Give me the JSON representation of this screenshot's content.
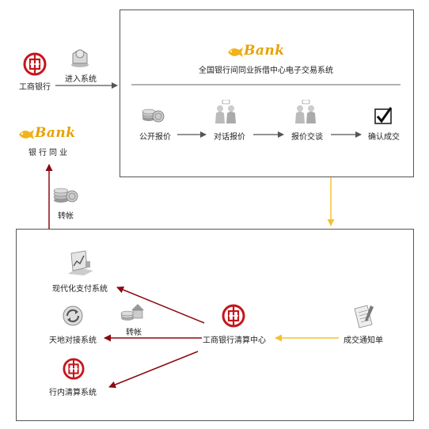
{
  "left_top": {
    "icbc_label": "工商银行",
    "enter_system_label": "进入系统",
    "bank_logo_text": "Bank",
    "interbank_label": "银行同业",
    "transfer_label": "转帐"
  },
  "trading_box": {
    "logo_text": "Bank",
    "title": "全国银行间同业拆借中心电子交易系统",
    "steps": [
      {
        "label": "公开报价"
      },
      {
        "label": "对话报价"
      },
      {
        "label": "报价交谈"
      },
      {
        "label": "确认成交"
      }
    ]
  },
  "clearing_box": {
    "modern_payment_label": "现代化支付系统",
    "tiandi_label": "天地对接系统",
    "inner_clearing_label": "行内清算系统",
    "transfer_label": "转帐",
    "center_label": "工商银行清算中心",
    "notice_label": "成交通知单"
  },
  "colors": {
    "dark_red_arrow": "#8b0a12",
    "gold_arrow": "#f2c233",
    "gray_arrow": "#555555",
    "icbc_red": "#c4161c",
    "bank_gold": "#e8a100"
  }
}
